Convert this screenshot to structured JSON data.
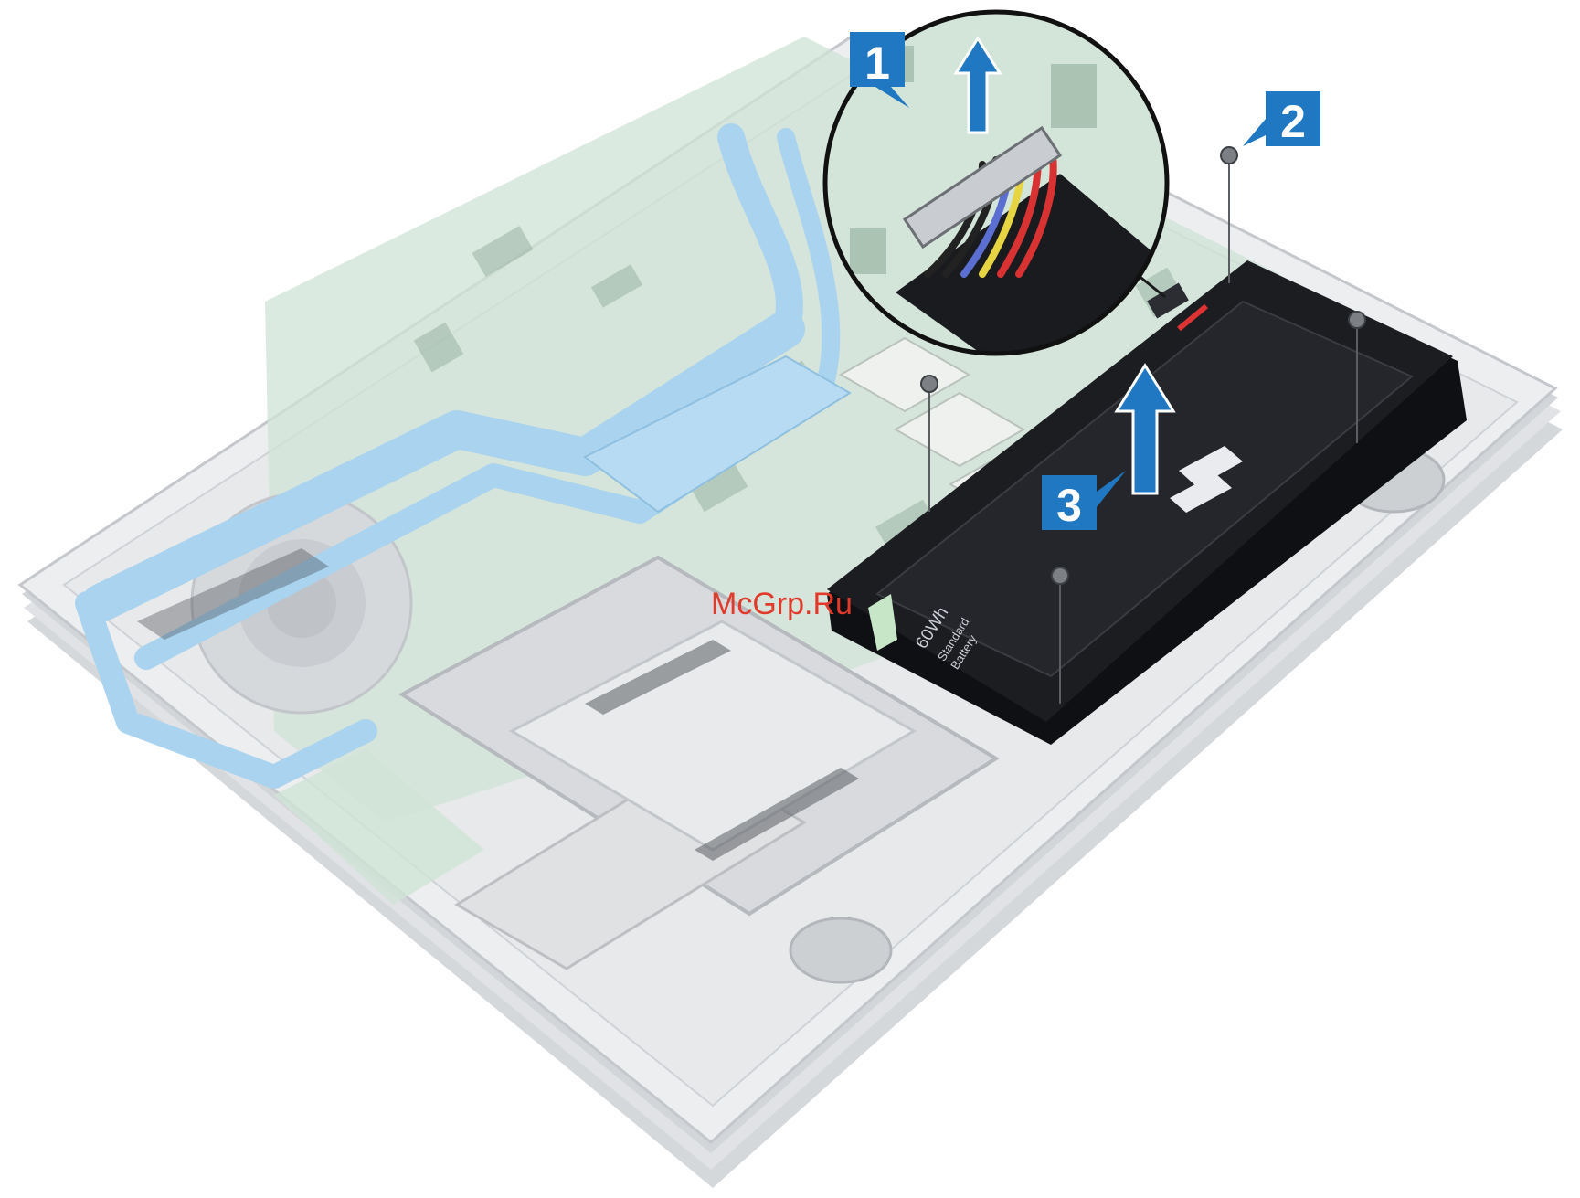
{
  "figure": {
    "subject": "laptop-base-with-battery-removal",
    "colors": {
      "callout_blue": "#1f78c1",
      "heatpipe_blue": "#a9d3ee",
      "chassis_gray": "#e4e6e8",
      "battery_black": "#1c1d21",
      "watermark_red": "#e23a2a",
      "arrow_blue": "#1f78c1"
    }
  },
  "callouts": [
    {
      "id": "step-1",
      "label": "1"
    },
    {
      "id": "step-2",
      "label": "2"
    },
    {
      "id": "step-3",
      "label": "3"
    }
  ],
  "battery": {
    "capacity_label": "60Wh",
    "label_line_1": "Standard",
    "label_line_2": "Battery"
  },
  "watermark": {
    "text": "McGrp.Ru"
  }
}
